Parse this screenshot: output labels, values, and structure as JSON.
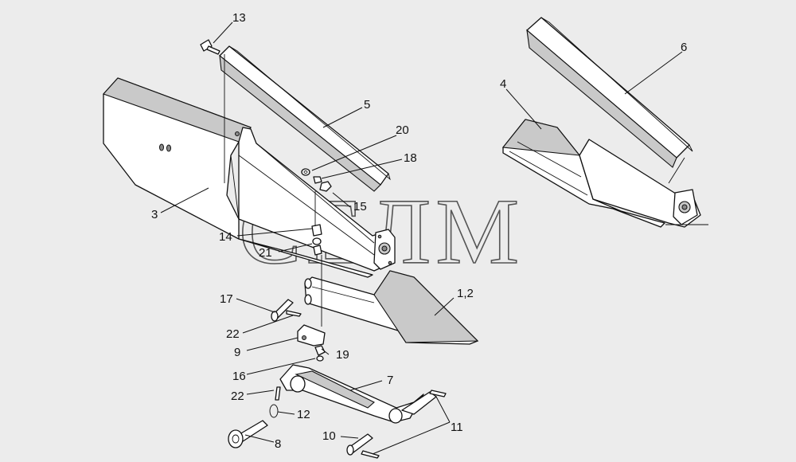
{
  "watermark": "СЕЛМ",
  "labels": {
    "l1_2": "1,2",
    "l3": "3",
    "l4": "4",
    "l5": "5",
    "l6": "6",
    "l7": "7",
    "l8": "8",
    "l9": "9",
    "l10": "10",
    "l11": "11",
    "l12": "12",
    "l13": "13",
    "l14": "14",
    "l15": "15",
    "l16": "16",
    "l17": "17",
    "l18": "18",
    "l19": "19",
    "l20": "20",
    "l21": "21",
    "l22a": "22",
    "l22b": "22"
  }
}
